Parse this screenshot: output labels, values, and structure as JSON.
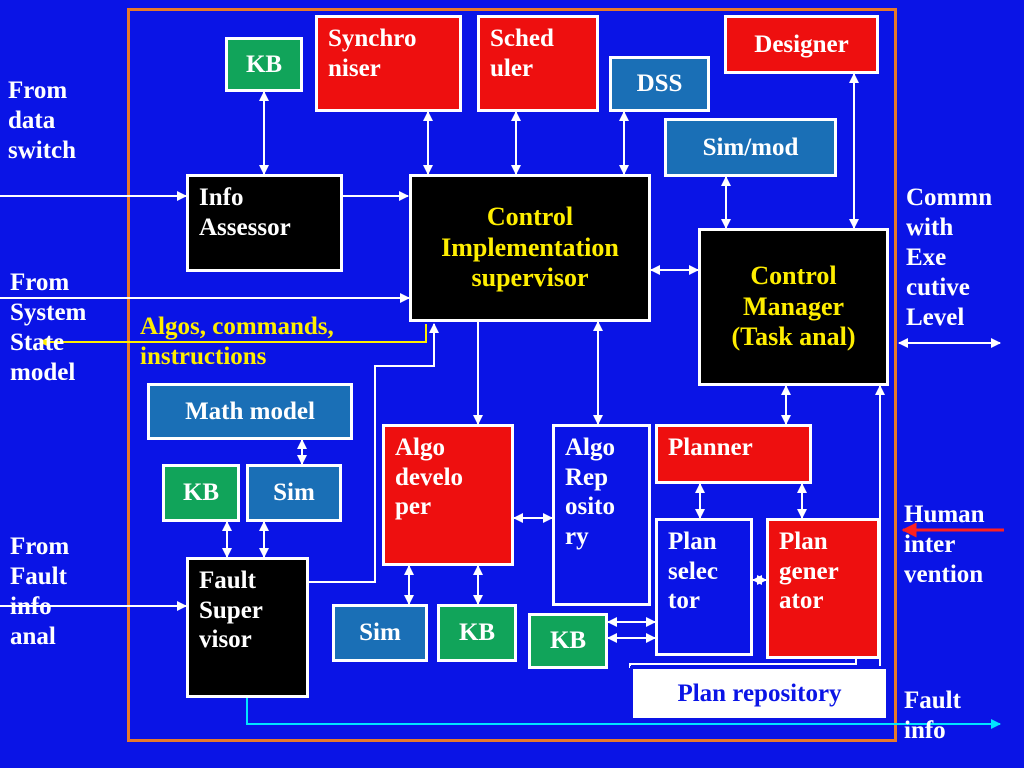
{
  "boxes": {
    "kb_top": "KB",
    "synchroniser": "Synchro\nniser",
    "scheduler": "Sched\nuler",
    "dss": "DSS",
    "designer": "Designer",
    "sim_mod": "Sim/mod",
    "info_assessor": "Info\nAssessor",
    "control_impl": "Control\nImplementation\nsupervisor",
    "control_manager": "Control\nManager\n(Task anal)",
    "math_model": "Math model",
    "kb_left": "KB",
    "sim_left": "Sim",
    "algo_developer": "Algo\ndevelo\nper",
    "algo_repository": "Algo\nRep\nosito\nry",
    "planner": "Planner",
    "plan_selector": "Plan\nselec\ntor",
    "plan_generator": "Plan\ngener\nator",
    "fault_supervisor": "Fault\nSuper\nvisor",
    "sim_bottom": "Sim",
    "kb_bottom": "KB",
    "kb_bottom_right": "KB",
    "plan_repository": "Plan repository"
  },
  "labels": {
    "from_data_switch": "From\ndata\nswitch",
    "from_system_state": "From\nSystem\nState\nmodel",
    "algos_commands": "Algos, commands,\ninstructions",
    "from_fault_info": "From\nFault\n info\nanal",
    "commn_executive": "Commn\nwith\nExe\ncutive\nLevel",
    "human_intervention": "Human\ninter\nvention",
    "fault_info": "Fault\ninfo"
  },
  "colors": {
    "background": "#0a14e6",
    "frame": "#e87a2a",
    "red_box": "#ee0f0f",
    "green_box": "#11a45a",
    "steel_box": "#1a6fb6",
    "control_text": "#ffee00",
    "fault_info_line": "#00e5ff",
    "human_arrow": "#ff2020"
  }
}
